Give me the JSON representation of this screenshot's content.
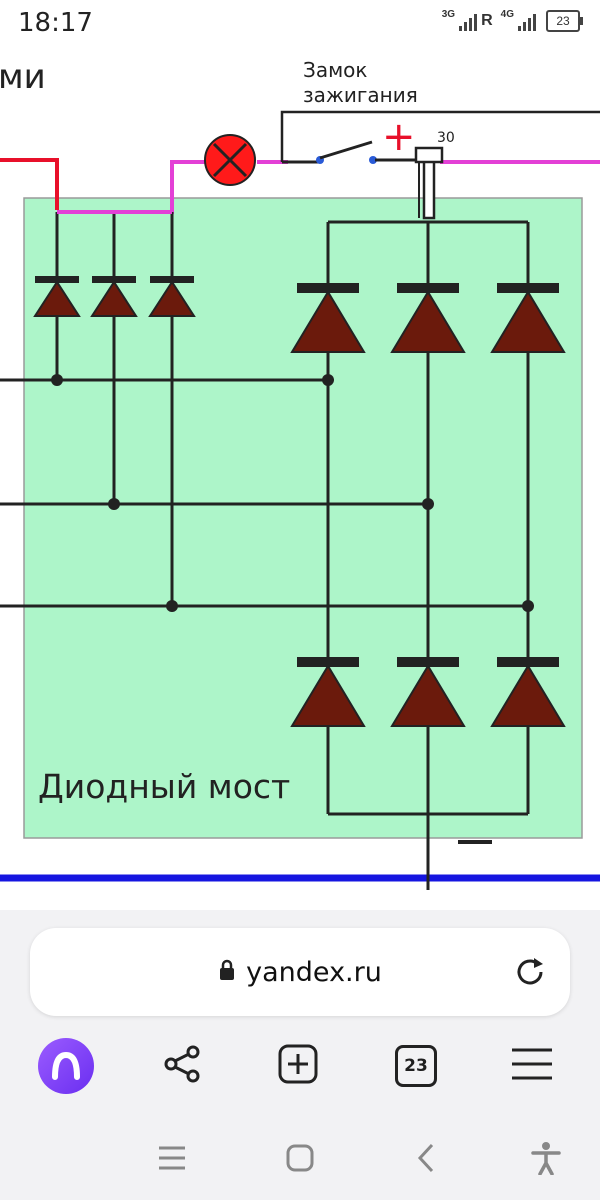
{
  "status_bar": {
    "time": "18:17",
    "network_1": "3G",
    "roaming": "R",
    "network_2": "4G",
    "battery_level": "23"
  },
  "diagram": {
    "label_lock_line1": "Замок",
    "label_lock_line2": "зажигания",
    "label_plus": "+",
    "label_terminal": "30",
    "label_partial_left": "ми",
    "label_bridge": "Диодный мост",
    "label_minus": "−",
    "colors": {
      "board": "#adf5c9",
      "diode": "#6b1a0c",
      "wire_red": "#e8102a",
      "wire_magenta": "#e340d6",
      "wire_blue": "#1515e0",
      "lamp": "#ff1a1a"
    }
  },
  "browser": {
    "url": "yandex.ru",
    "tabs_count": "23",
    "icons": {
      "lock": "lock-icon",
      "reload": "reload-icon",
      "alice": "alice-icon",
      "share": "share-icon",
      "new_tab": "new-tab-icon",
      "menu": "menu-icon"
    }
  },
  "system_nav": {
    "icons": [
      "recent-apps-icon",
      "home-icon",
      "back-icon",
      "accessibility-icon"
    ]
  }
}
